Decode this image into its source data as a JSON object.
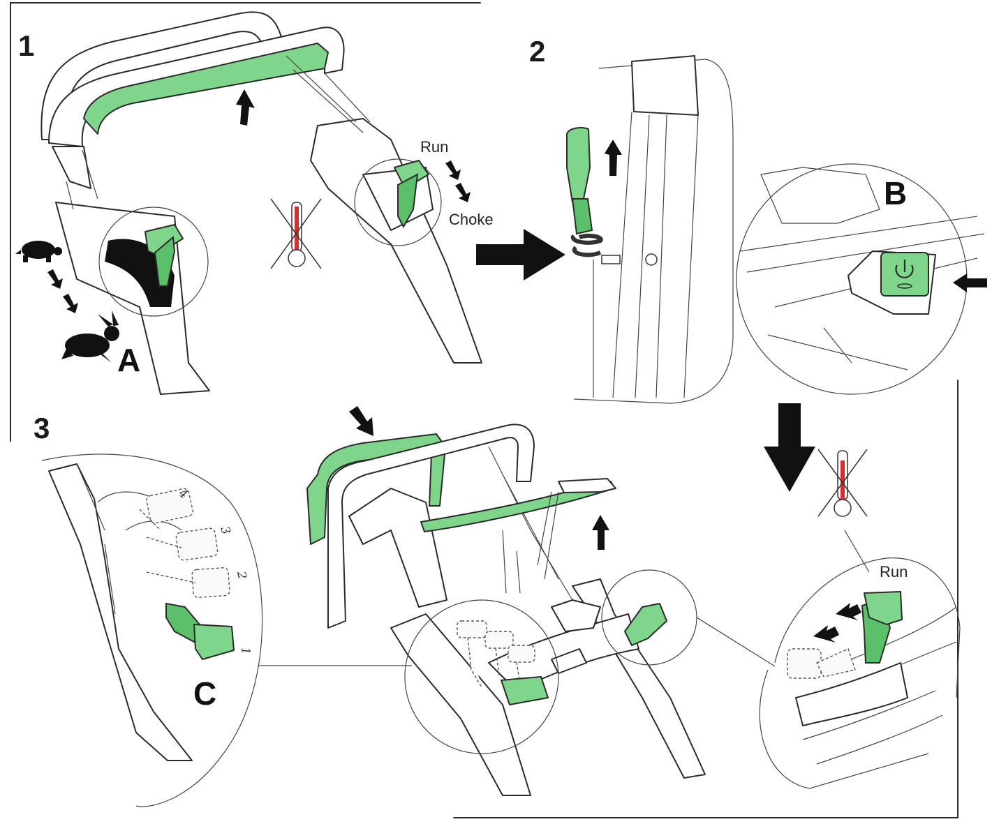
{
  "steps": {
    "step1": "1",
    "step2": "2",
    "step3": "3"
  },
  "callouts": {
    "a": "A",
    "b": "B",
    "c": "C"
  },
  "labels": {
    "run_top": "Run",
    "choke": "Choke",
    "run_bottom": "Run"
  },
  "throttle_positions": [
    "4",
    "3",
    "2",
    "1"
  ],
  "colors": {
    "highlight": "#7fd68a",
    "thermometer": "#d62f2f",
    "line": "#2a2a2a"
  },
  "icons": [
    "turtle-icon",
    "rabbit-icon",
    "thermometer-crossed-icon",
    "power-icon"
  ]
}
